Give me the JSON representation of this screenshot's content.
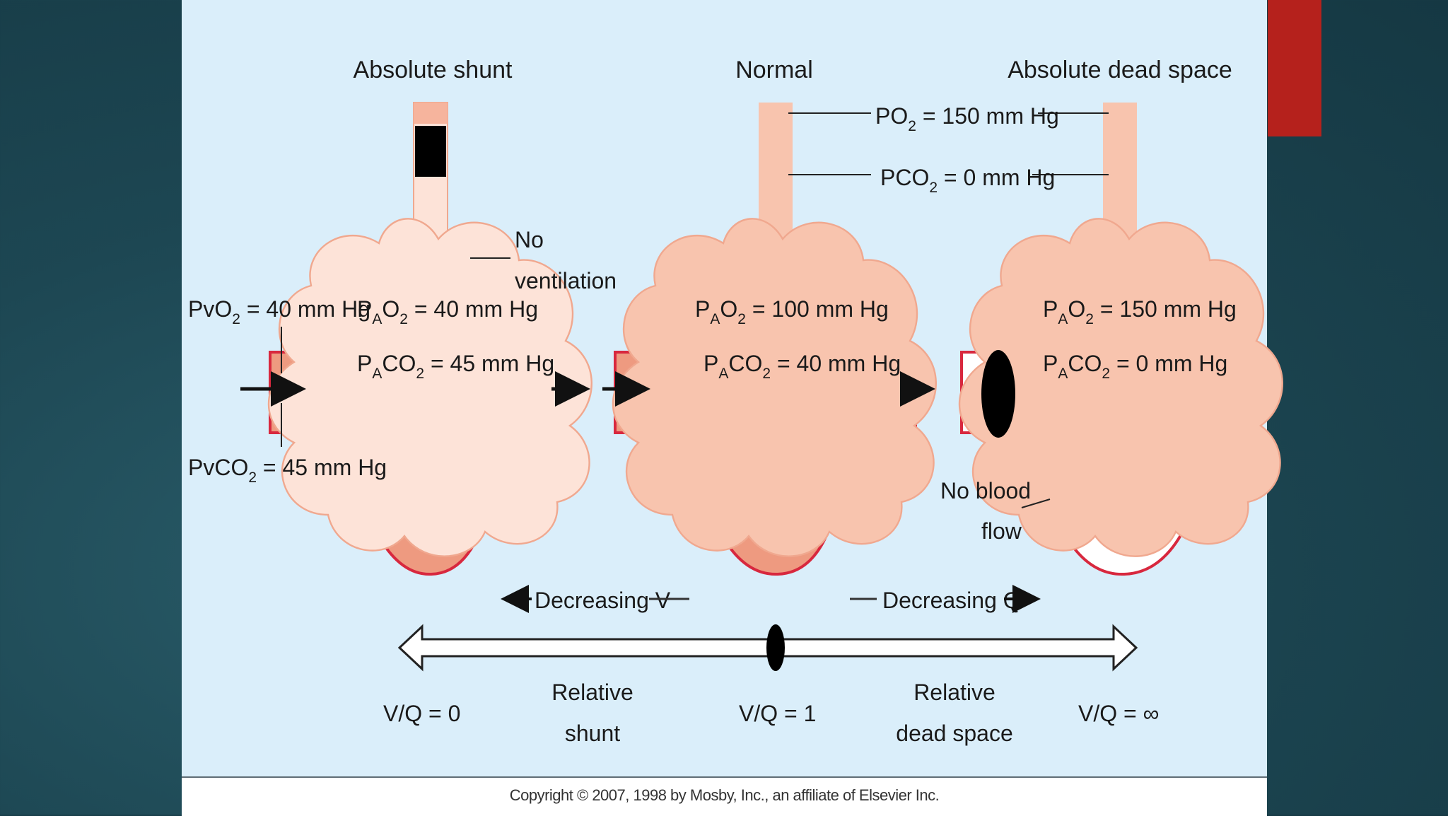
{
  "colors": {
    "background": "#1d4753",
    "panel": "#daeefa",
    "accent_tab": "#b5211c",
    "blood": "#ee9a80",
    "alveolus": "#f8c4ae",
    "alveolus_shunt": "#fde3d8",
    "vessel_edge": "#d8283e",
    "obstruction": "#000000"
  },
  "headings": {
    "absolute_shunt": "Absolute shunt",
    "normal": "Normal",
    "absolute_dead_space": "Absolute dead space"
  },
  "airway": {
    "po2": {
      "sym": "PO",
      "sub": "2",
      "rest": " = 150 mm Hg"
    },
    "pco2": {
      "sym": "PCO",
      "sub": "2",
      "rest": " = 0 mm Hg"
    }
  },
  "venous": {
    "pvo2": {
      "sym": "PvO",
      "sub": "2",
      "rest": " = 40 mm Hg"
    },
    "pvco2": {
      "sym": "PvCO",
      "sub": "2",
      "rest": " = 45 mm Hg"
    }
  },
  "shunt": {
    "no_ventilation_line1": "No",
    "no_ventilation_line2": "ventilation",
    "pao2": {
      "p": "P",
      "a": "A",
      "gas": "O",
      "sub": "2",
      "rest": " = 40 mm Hg"
    },
    "paco2": {
      "p": "P",
      "a": "A",
      "gas": "CO",
      "sub": "2",
      "rest": " = 45 mm Hg"
    }
  },
  "normal": {
    "pao2": {
      "p": "P",
      "a": "A",
      "gas": "O",
      "sub": "2",
      "rest": " = 100 mm Hg"
    },
    "paco2": {
      "p": "P",
      "a": "A",
      "gas": "CO",
      "sub": "2",
      "rest": " = 40 mm Hg"
    }
  },
  "dead_space": {
    "pao2": {
      "p": "P",
      "a": "A",
      "gas": "O",
      "sub": "2",
      "rest": " = 150 mm Hg"
    },
    "paco2": {
      "p": "P",
      "a": "A",
      "gas": "CO",
      "sub": "2",
      "rest": " = 0 mm Hg"
    },
    "no_blood_flow_line1": "No blood",
    "no_blood_flow_line2": "flow"
  },
  "scale": {
    "decreasing_v": "Decreasing V",
    "decreasing_q": "Decreasing Q",
    "vq_zero": "V/Q = 0",
    "vq_one": "V/Q = 1",
    "vq_inf": "V/Q = ∞",
    "relative_shunt_line1": "Relative",
    "relative_shunt_line2": "shunt",
    "relative_dead_space_line1": "Relative",
    "relative_dead_space_line2": "dead space"
  },
  "copyright": "Copyright © 2007, 1998 by Mosby, Inc., an affiliate of Elsevier Inc."
}
